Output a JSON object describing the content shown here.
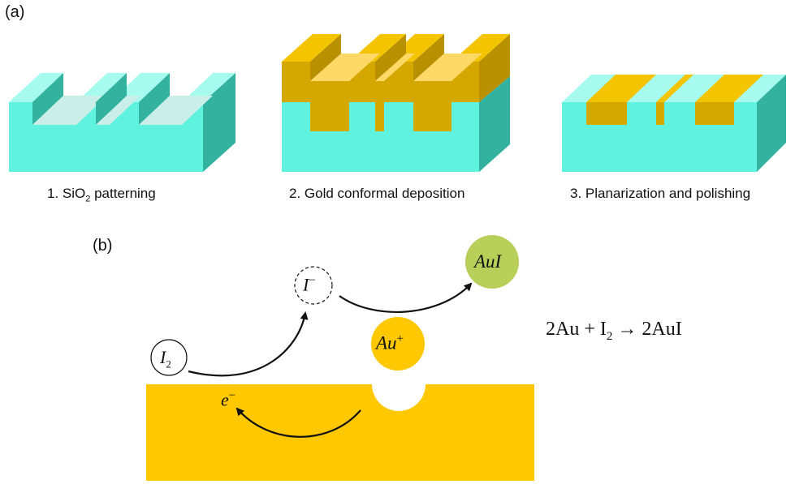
{
  "panel_a": {
    "label": "(a)",
    "steps": [
      {
        "label_pre": "1. SiO",
        "label_sub": "2",
        "label_post": " patterning"
      },
      {
        "label": "2. Gold conformal deposition"
      },
      {
        "label": "3. Planarization and polishing"
      }
    ]
  },
  "panel_b": {
    "label": "(b)",
    "species": {
      "iodine": "I",
      "iodine_sub": "2",
      "iodide": "I",
      "iodide_sup": "−",
      "gold_ion": "Au",
      "gold_ion_sup": "+",
      "gold_iodide": "AuI",
      "electron": "e",
      "electron_sup": "−"
    },
    "equation": {
      "left": "2Au + I",
      "left_sub": "2",
      "arrow": " → ",
      "right": "2AuI"
    }
  },
  "colors": {
    "sio2_top": "#5ff2df",
    "sio2_side": "#33b39f",
    "gold_front": "#d4a800",
    "gold_top": "#f5c400",
    "gold_light": "#ffd966",
    "gold_dark": "#b89000",
    "gold_substrate": "#ffc800",
    "auI_green": "#b8cf5a"
  }
}
